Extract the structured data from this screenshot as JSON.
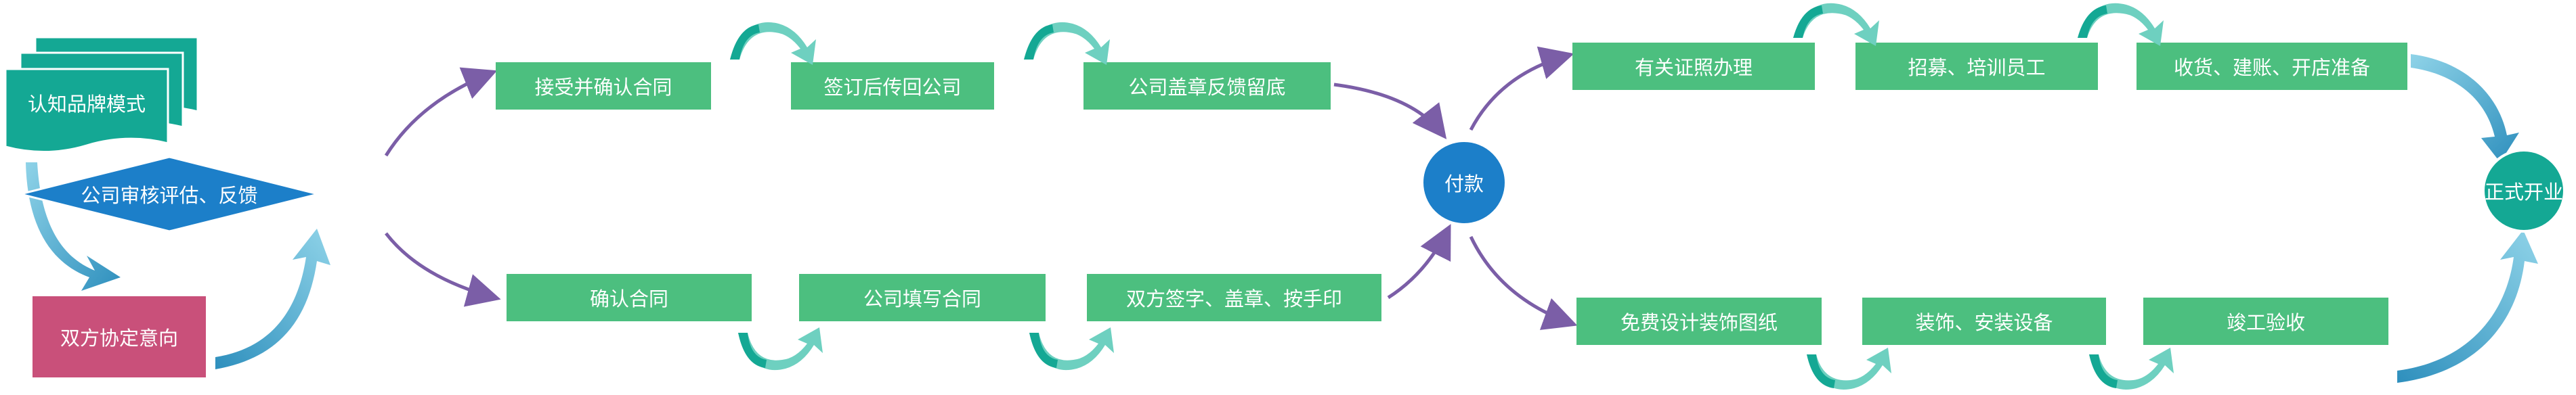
{
  "start": {
    "brand_mode": "认知品牌模式",
    "intent": "双方协定意向",
    "review": "公司审核评估、反馈"
  },
  "upper_branch": {
    "steps": [
      "接受并确认合同",
      "签订后传回公司",
      "公司盖章反馈留底"
    ]
  },
  "lower_branch": {
    "steps": [
      "确认合同",
      "公司填写合同",
      "双方签字、盖章、按手印"
    ]
  },
  "payment": "付款",
  "upper_track": {
    "steps": [
      "有关证照办理",
      "招募、培训员工",
      "收货、建账、开店准备"
    ]
  },
  "lower_track": {
    "steps": [
      "免费设计装饰图纸",
      "装饰、安装设备",
      "竣工验收"
    ]
  },
  "end": "正式开业",
  "colors": {
    "green_box": "#4cbf7f",
    "teal_shape": "#14a894",
    "diamond_blue": "#1c7fc9",
    "pink_box": "#c9507a",
    "purple_arrow": "#7b5ea7",
    "light_teal_arrow": "#6ed0c0",
    "blue_arrow": "#4aa6c8"
  }
}
